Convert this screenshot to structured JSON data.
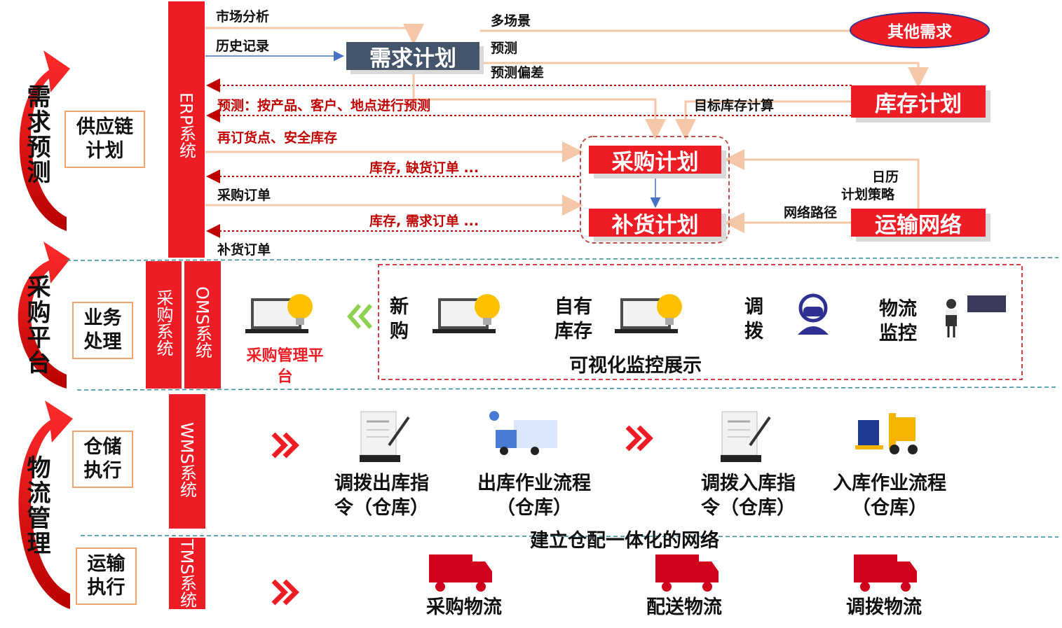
{
  "stages": {
    "demand_forecast": "需求预测",
    "purchase_platform": "采购平台",
    "logistics_mgmt": "物流管理"
  },
  "functions": {
    "supply_chain_plan": [
      "供应链",
      "计划"
    ],
    "business_processing": [
      "业务",
      "处理"
    ],
    "warehouse_exec": [
      "仓储",
      "执行"
    ],
    "transport_exec": [
      "运输",
      "执行"
    ]
  },
  "systems": {
    "erp": "ERP系统",
    "purchase_sys": "采购系统",
    "oms": "OMS系统",
    "wms": "WMS系统",
    "tms": "TMS系统"
  },
  "plans": {
    "demand_plan": "需求计划",
    "other_demand": "其他需求",
    "inventory_plan": "库存计划",
    "purchase_plan": "采购计划",
    "replenish_plan": "补货计划",
    "transport_network": "运输网络"
  },
  "flow_labels": {
    "market_analysis": "市场分析",
    "history": "历史记录",
    "multi_scene": "多场景",
    "forecast": "预测",
    "forecast_deviation": "预测偏差",
    "forecast_by": "预测：按产品、客户、地点进行预测",
    "target_inventory": "目标库存计算",
    "reorder_point": "再订货点、安全库存",
    "stock_shortage": "库存, 缺货订单 ...",
    "purchase_order": "采购订单",
    "stock_demand": "库存, 需求订单 ...",
    "replenish_order": "补货订单",
    "calendar": "日历",
    "plan_strategy": "计划策略",
    "network_path": "网络路径"
  },
  "platform": {
    "purchase_mgmt_platform": "采购管理平台",
    "new_purchase": [
      "新",
      "购"
    ],
    "own_stock": [
      "自有",
      "库存"
    ],
    "transfer": [
      "调",
      "拨"
    ],
    "logistics_monitor": [
      "物流",
      "监控"
    ],
    "visual_monitor": "可视化监控展示"
  },
  "warehouse": {
    "transfer_out_order": [
      "调拨出库指",
      "令（仓库）"
    ],
    "outbound_process": [
      "出库作业流程",
      "（仓库）"
    ],
    "transfer_in_order": [
      "调拨入库指",
      "令（仓库）"
    ],
    "inbound_process": [
      "入库作业流程",
      "（仓库）"
    ],
    "integrated_network": "建立仓配一体化的网络"
  },
  "transport": {
    "purchase_logistics": "采购物流",
    "delivery_logistics": "配送物流",
    "transfer_logistics": "调拨物流"
  },
  "colors": {
    "brand_red": "#ee1c25",
    "dark_red": "#c00000",
    "peach_arrow": "#f4c7a8",
    "blue_arrow": "#4472c4",
    "slate": "#44546a",
    "divider": "#2e8b99"
  }
}
